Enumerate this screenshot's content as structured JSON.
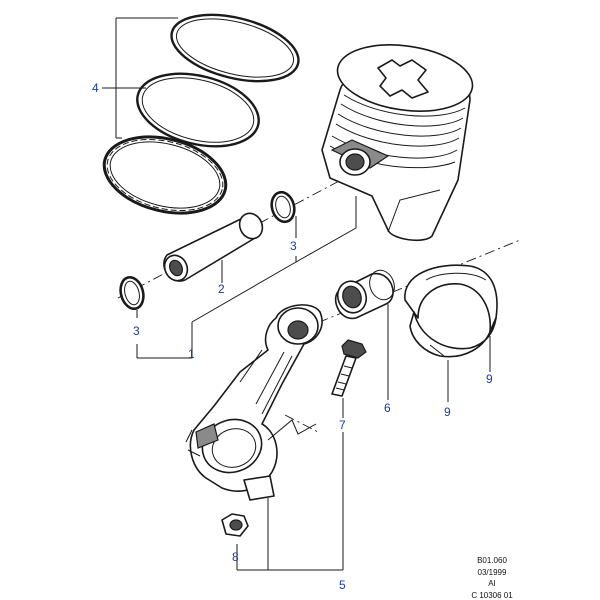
{
  "callouts": {
    "c1": "1",
    "c2": "2",
    "c3a": "3",
    "c3b": "3",
    "c4": "4",
    "c5": "5",
    "c6": "6",
    "c7": "7",
    "c8": "8",
    "c9a": "9",
    "c9b": "9"
  },
  "reference": {
    "line1": "B01.060",
    "line2": "03/1999",
    "line3": "AI",
    "line4": "C 10306 01"
  }
}
